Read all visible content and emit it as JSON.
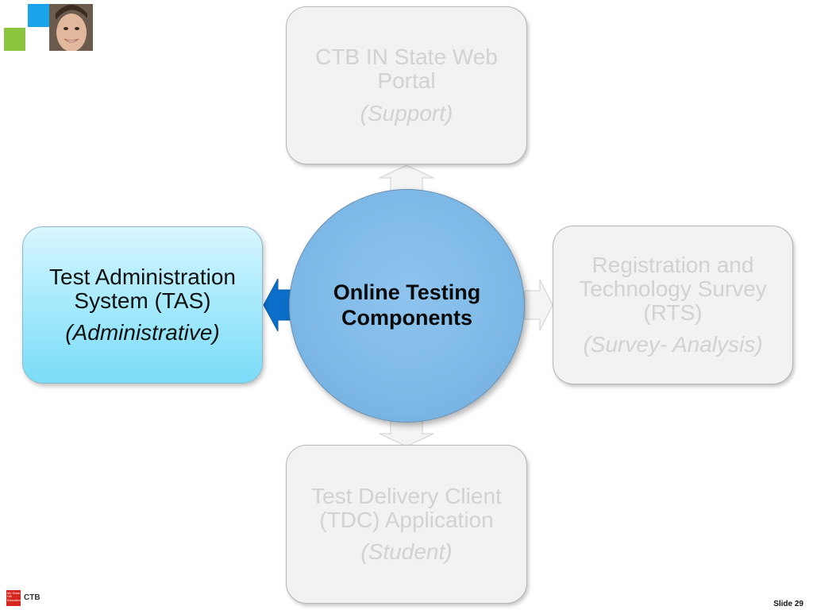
{
  "diagram": {
    "center": {
      "title": "Online Testing Components"
    },
    "nodes": {
      "top": {
        "title": "CTB IN State Web Portal",
        "subtitle": "(Support)"
      },
      "left": {
        "title": "Test Administration System (TAS)",
        "subtitle": "(Administrative)"
      },
      "right": {
        "title": "Registration and Technology Survey (RTS)",
        "subtitle": "(Survey- Analysis)"
      },
      "bottom": {
        "title": "Test Delivery Client (TDC) Application",
        "subtitle": "(Student)"
      }
    },
    "active_node": "left",
    "colors": {
      "faded_box": "#f2f2f2",
      "faded_text": "#d2d2d2",
      "active_box": "#7cdcf8",
      "hub": "#7db8e6",
      "active_arrow": "#0b6fc9"
    }
  },
  "footer": {
    "logo_text": "Mc Graw Hill Education",
    "brand": "CTB",
    "slide_label": "Slide 29"
  }
}
